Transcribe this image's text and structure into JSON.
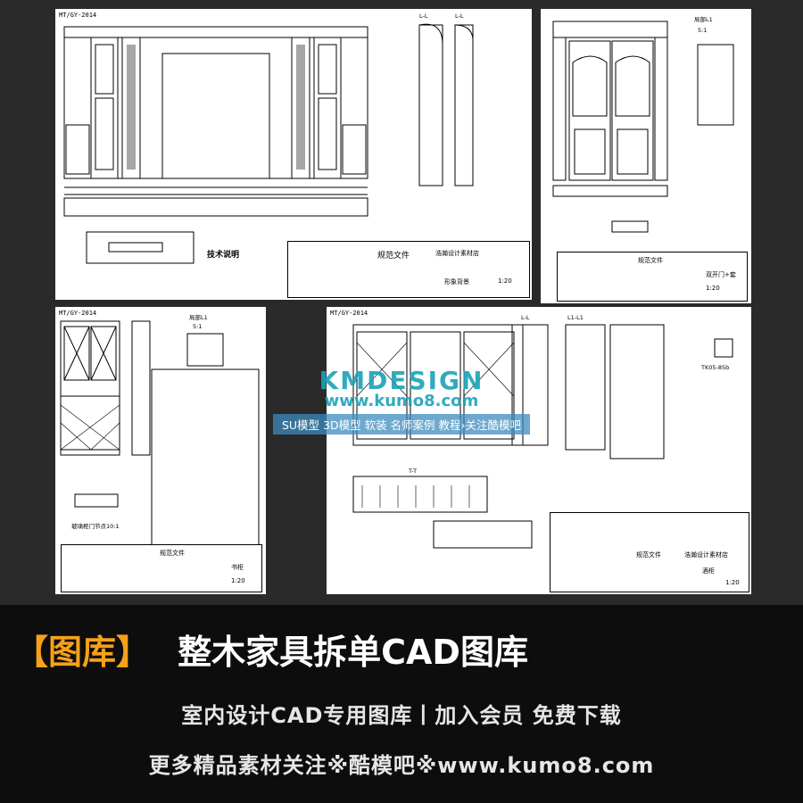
{
  "sheets": [
    {
      "code": "MT/GY-2014",
      "section_label_a": "L-L",
      "section_label_b": "L-L",
      "notes_title": "技术说明",
      "tb_title": "规范文件",
      "tb_company": "浩瀚设计素材店",
      "tb_name": "形象背景",
      "scale": "1:20"
    },
    {
      "code": "",
      "detail_label": "局部L1",
      "scale_label": "5:1",
      "tb_title": "规范文件",
      "tb_name": "双开门+套",
      "scale": "1:20"
    },
    {
      "code": "MT/GY-2014",
      "detail_label": "局部L1",
      "scale_label": "5:1",
      "node_label": "玻璃柜门节点10:1",
      "tb_title": "规范文件",
      "tb_name": "书柜",
      "scale": "1:20"
    },
    {
      "code": "MT/GY-2014",
      "section_label": "L-L",
      "section_label_b": "L1-L1",
      "tt_label": "T-T",
      "part_code": "TK05-85b",
      "tb_title": "规范文件",
      "tb_company": "浩瀚设计素材店",
      "tb_name": "酒柜",
      "scale": "1:20"
    }
  ],
  "watermark": {
    "brand": "KMDESIGN",
    "url": "www.kumo8.com",
    "tagline": "SU模型 3D模型 软装 名师案例 教程›关注酷模吧"
  },
  "banner": {
    "bracket_text": "【图库】",
    "title": "整木家具拆单CAD图库",
    "line1": "室内设计CAD专用图库丨加入会员 免费下载",
    "line2": "更多精品素材关注※酷模吧※www.kumo8.com"
  },
  "colors": {
    "accent_orange": "#f5a11a",
    "watermark_teal": "#1aa3b8",
    "background": "#0d0d0d"
  }
}
